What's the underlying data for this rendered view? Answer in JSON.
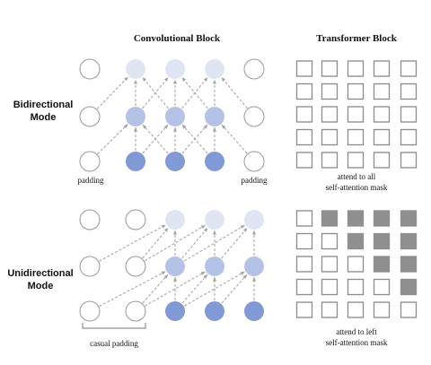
{
  "headers": {
    "conv": "Convolutional Block",
    "transformer": "Transformer Block"
  },
  "modes": {
    "bi": [
      "Bidirectional",
      "Mode"
    ],
    "uni": [
      "Unidirectional",
      "Mode"
    ]
  },
  "labels": {
    "padding_left": "padding",
    "padding_right": "padding",
    "casual_padding": "casual padding"
  },
  "captions": {
    "bi": [
      "attend to all",
      "self-attention mask"
    ],
    "uni": [
      "attend to left",
      "self-attention mask"
    ]
  },
  "colors": {
    "light": "#dfe5f3",
    "mid": "#b4c2e5",
    "dark": "#8199d4",
    "outline": "#999999",
    "arrow": "#a0a0a0",
    "mask_filled": "#8f8f8f"
  },
  "bi_conv": {
    "rows": [
      [
        "outline",
        "light",
        "light",
        "light",
        "outline"
      ],
      [
        "outline",
        "mid",
        "mid",
        "mid",
        "outline"
      ],
      [
        "outline",
        "dark",
        "dark",
        "dark",
        "outline"
      ]
    ]
  },
  "uni_conv": {
    "rows": [
      [
        "outline",
        "outline",
        "light",
        "light",
        "light"
      ],
      [
        "outline",
        "outline",
        "mid",
        "mid",
        "mid"
      ],
      [
        "outline",
        "outline",
        "dark",
        "dark",
        "dark"
      ]
    ]
  },
  "bi_mask": [
    [
      0,
      0,
      0,
      0,
      0
    ],
    [
      0,
      0,
      0,
      0,
      0
    ],
    [
      0,
      0,
      0,
      0,
      0
    ],
    [
      0,
      0,
      0,
      0,
      0
    ],
    [
      0,
      0,
      0,
      0,
      0
    ]
  ],
  "uni_mask": [
    [
      0,
      1,
      1,
      1,
      1
    ],
    [
      0,
      0,
      1,
      1,
      1
    ],
    [
      0,
      0,
      0,
      1,
      1
    ],
    [
      0,
      0,
      0,
      0,
      1
    ],
    [
      0,
      0,
      0,
      0,
      0
    ]
  ]
}
